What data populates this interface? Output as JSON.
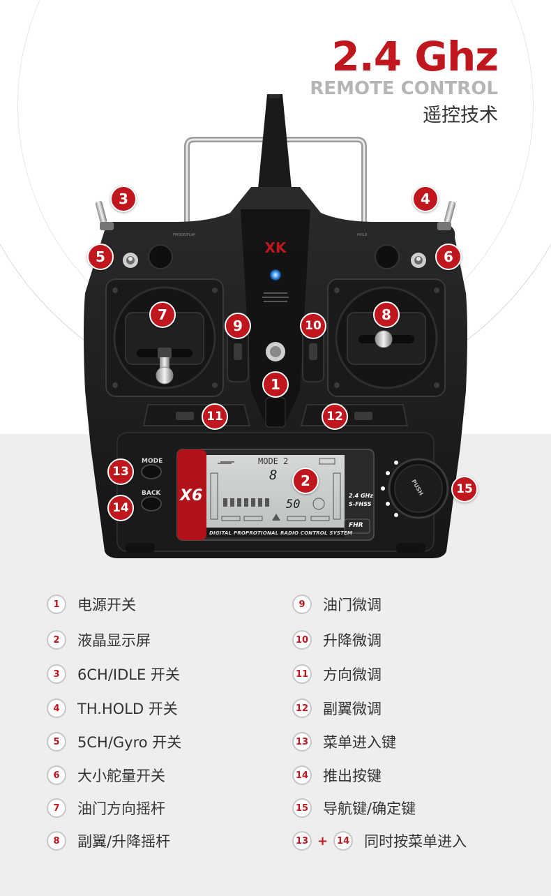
{
  "header": {
    "title": "2.4 Ghz",
    "subtitle": "REMOTE CONTROL",
    "subtitle_cn": "遥控技术"
  },
  "device": {
    "logo": "XK",
    "model": "X6",
    "mode_button_label": "MODE",
    "back_button_label": "BACK",
    "lcd_mode_text": "MODE  2",
    "lcd_value_top": "8",
    "lcd_value_bottom": "50",
    "band_label_1": "2.4 GHz",
    "band_label_2": "S-FHSS",
    "brand_small": "FHR",
    "bottom_strip_text": "DIGITAL PROPROTIONAL RADIO CONTROL SYSTEM",
    "push_label": "PUSH",
    "antenna_label_left": "FMODE/FLAP",
    "antenna_label_right": "HOLD"
  },
  "callouts": [
    "1",
    "2",
    "3",
    "4",
    "5",
    "6",
    "7",
    "8",
    "9",
    "10",
    "11",
    "12",
    "13",
    "14",
    "15"
  ],
  "legend": {
    "left": [
      {
        "num": "1",
        "text": "电源开关"
      },
      {
        "num": "2",
        "text": "液晶显示屏"
      },
      {
        "num": "3",
        "text": "6CH/IDLE 开关"
      },
      {
        "num": "4",
        "text": "TH.HOLD 开关"
      },
      {
        "num": "5",
        "text": "5CH/Gyro 开关"
      },
      {
        "num": "6",
        "text": "大小舵量开关"
      },
      {
        "num": "7",
        "text": "油门方向摇杆"
      },
      {
        "num": "8",
        "text": "副翼/升降摇杆"
      }
    ],
    "right": [
      {
        "num": "9",
        "text": "油门微调"
      },
      {
        "num": "10",
        "text": "升降微调"
      },
      {
        "num": "11",
        "text": "方向微调"
      },
      {
        "num": "12",
        "text": "副翼微调"
      },
      {
        "num": "13",
        "text": "菜单进入键"
      },
      {
        "num": "14",
        "text": "推出按键"
      },
      {
        "num": "15",
        "text": "导航键/确定键"
      }
    ],
    "combo": {
      "num_a": "13",
      "plus": "+",
      "num_b": "14",
      "text": "同时按菜单进入"
    }
  },
  "colors": {
    "accent": "#c0161d",
    "subtitle_gray": "#b5b5b5",
    "body_dark": "#1d1d1d",
    "panel_bg": "#eeeeee"
  }
}
